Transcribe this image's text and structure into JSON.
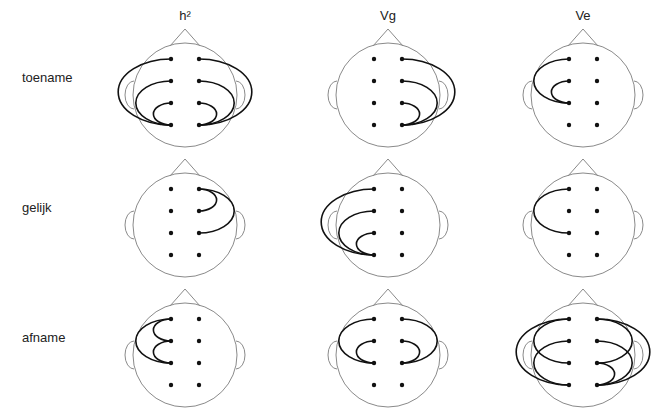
{
  "diagram": {
    "labels": [
      "h²",
      "Vg",
      "Ve",
      "toename",
      "gelijk",
      "afname"
    ]
  }
}
